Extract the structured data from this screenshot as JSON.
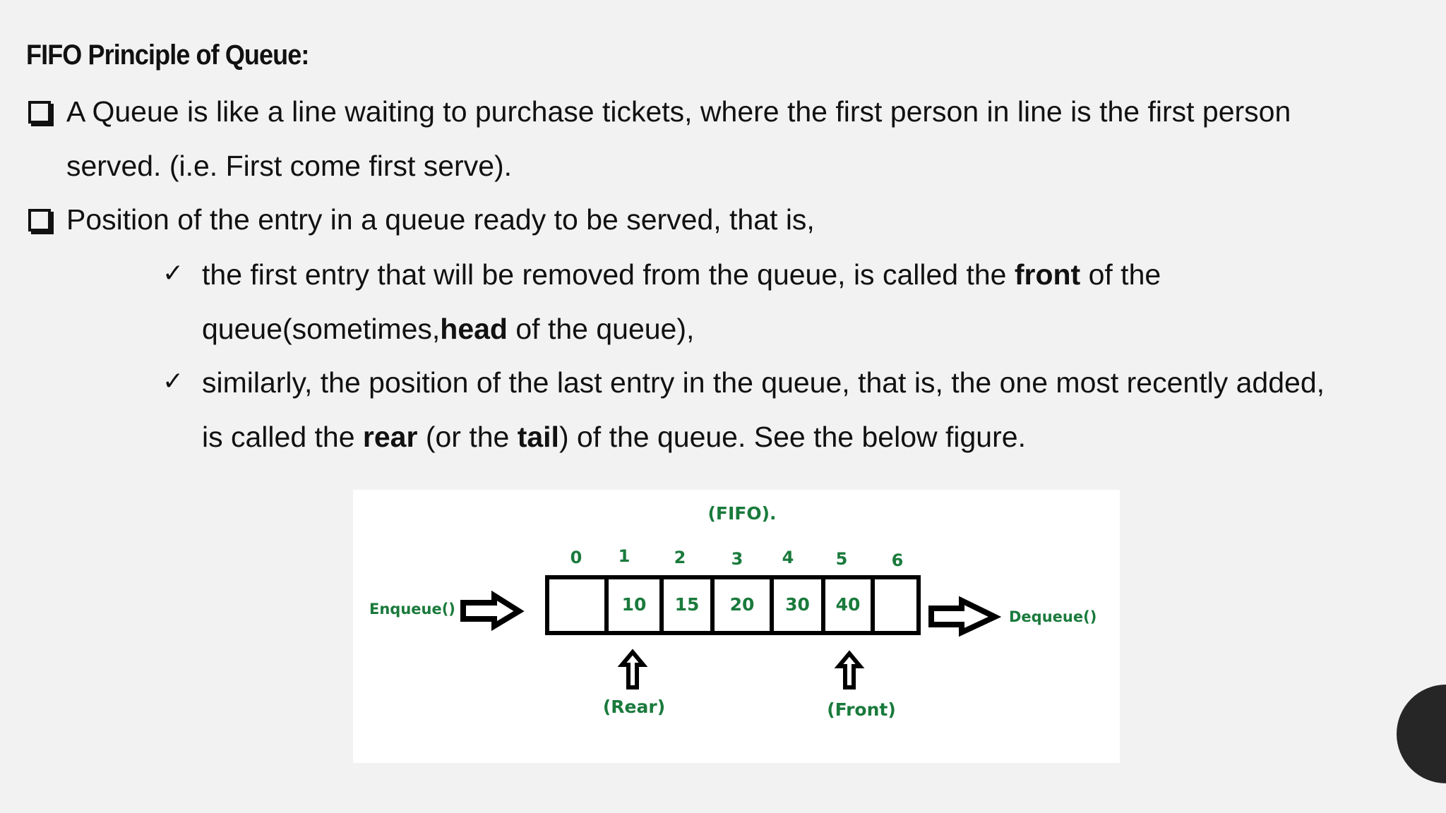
{
  "slide": {
    "title": "FIFO Principle of Queue:",
    "bullet1_line1": "A Queue is like a line waiting to purchase tickets, where the first person in line is the first person",
    "bullet1_line2": "served. (i.e. First come first serve).",
    "bullet2": "Position of the entry in a queue ready to be served, that is,",
    "sub1_a": " the first entry that will be removed from the queue, is called the ",
    "sub1_b": "front",
    "sub1_c": " of the",
    "sub1_d": "queue(sometimes,",
    "sub1_e": "head",
    "sub1_f": " of the queue),",
    "sub2_line1": "similarly, the position of the last entry in the queue, that is, the one most recently added,",
    "sub2_a": "is called the ",
    "sub2_b": "rear",
    "sub2_c": " (or the ",
    "sub2_d": "tail",
    "sub2_e": ") of the queue. See the below figure.",
    "check_symbol": "✓"
  },
  "figure": {
    "heading": "(FIFO).",
    "enqueue_label": "Enqueue()",
    "dequeue_label": "Dequeue()",
    "rear_label": "(Rear)",
    "front_label": "(Front)",
    "indices": [
      "0",
      "1",
      "2",
      "3",
      "4",
      "5",
      "6"
    ],
    "cells": [
      "",
      "10",
      "15",
      "20",
      "30",
      "40",
      ""
    ],
    "label_color": "#1a7a3c"
  }
}
